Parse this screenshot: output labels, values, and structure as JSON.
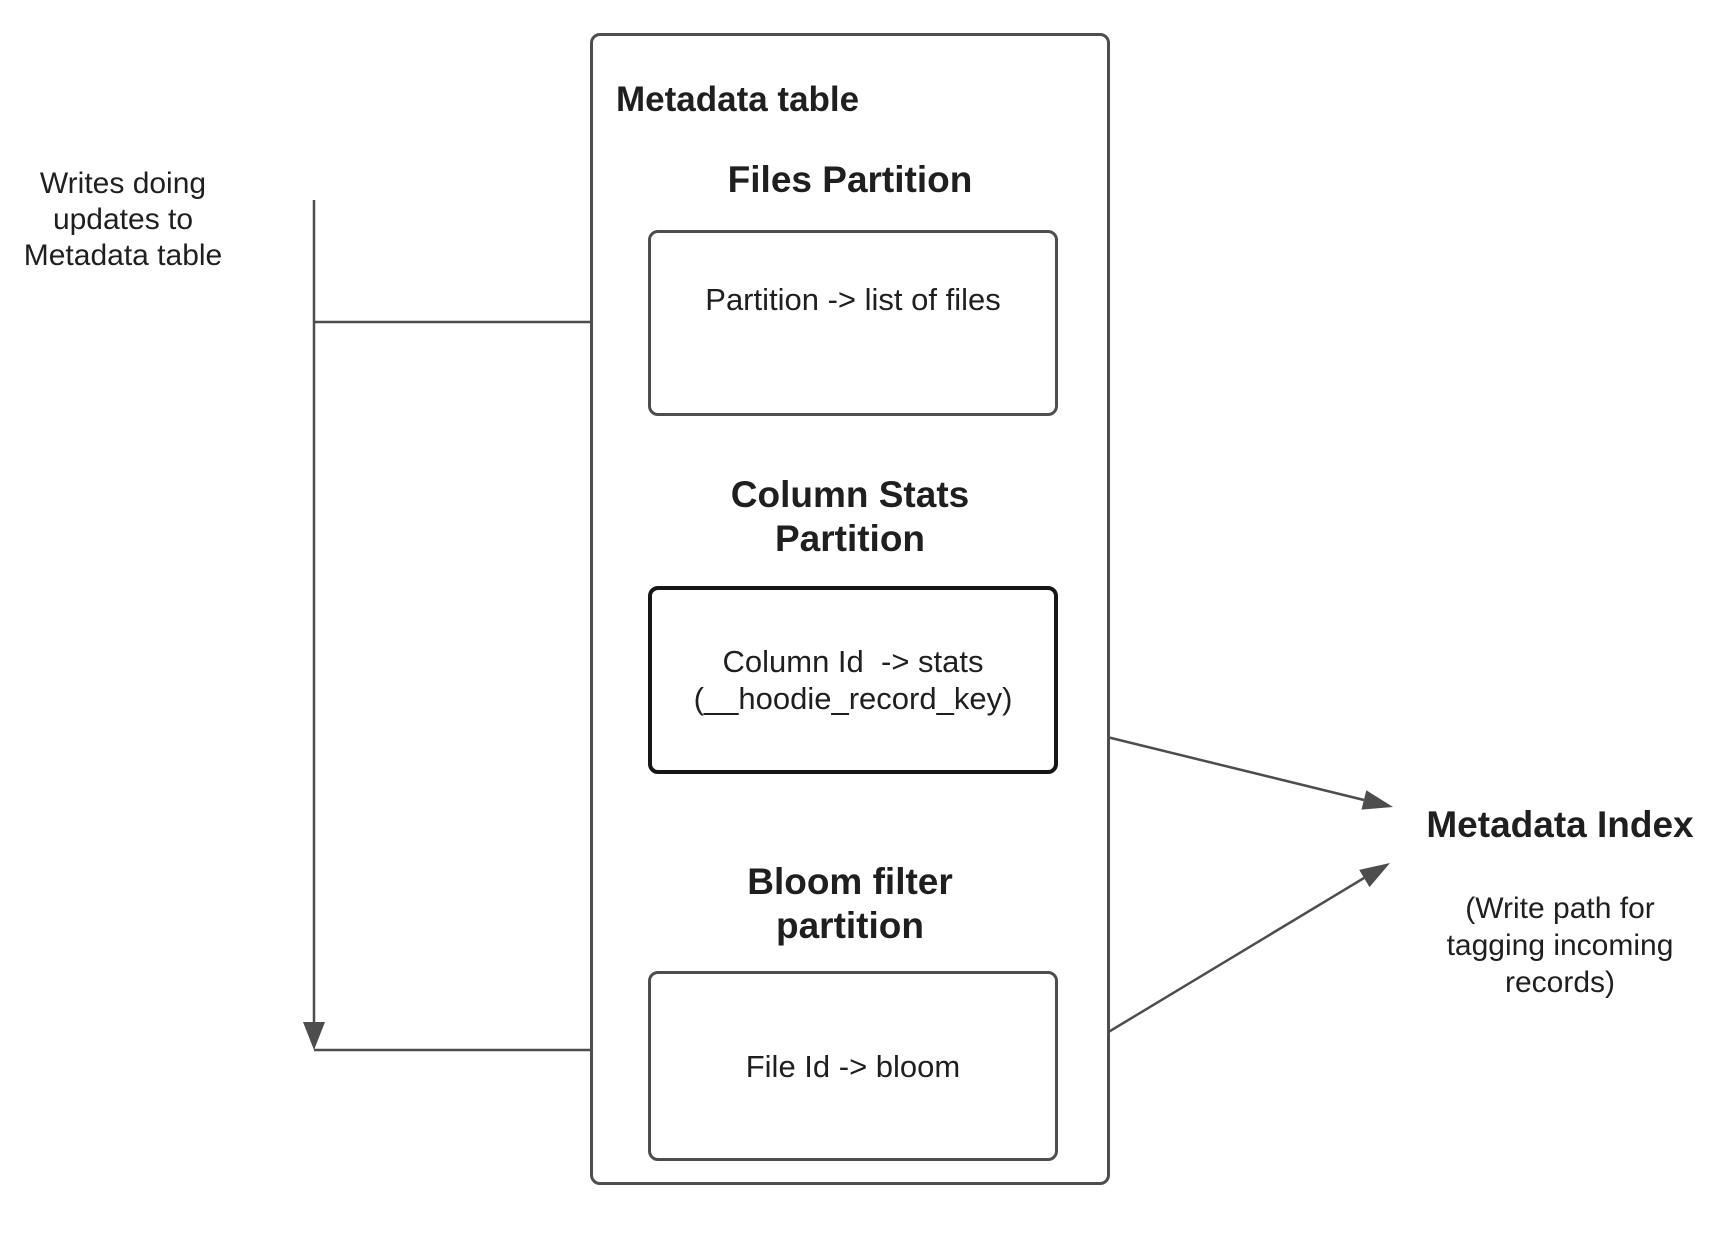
{
  "colors": {
    "stroke": "#4d4d4d",
    "stroke_dark": "#161616",
    "text": "#1f1f1f",
    "background": "#ffffff"
  },
  "left_note": {
    "text": "Writes doing\nupdates to\nMetadata table"
  },
  "metadata_table": {
    "title": "Metadata table",
    "sections": [
      {
        "heading": "Files Partition",
        "box_label": "Partition -> list of files"
      },
      {
        "heading": "Column Stats\nPartition",
        "box_label": "Column Id  -> stats\n(__hoodie_record_key)"
      },
      {
        "heading": "Bloom filter\npartition",
        "box_label": "File Id -> bloom"
      }
    ]
  },
  "metadata_index": {
    "title": "Metadata Index",
    "subtitle": "(Write path for\ntagging incoming\nrecords)"
  }
}
